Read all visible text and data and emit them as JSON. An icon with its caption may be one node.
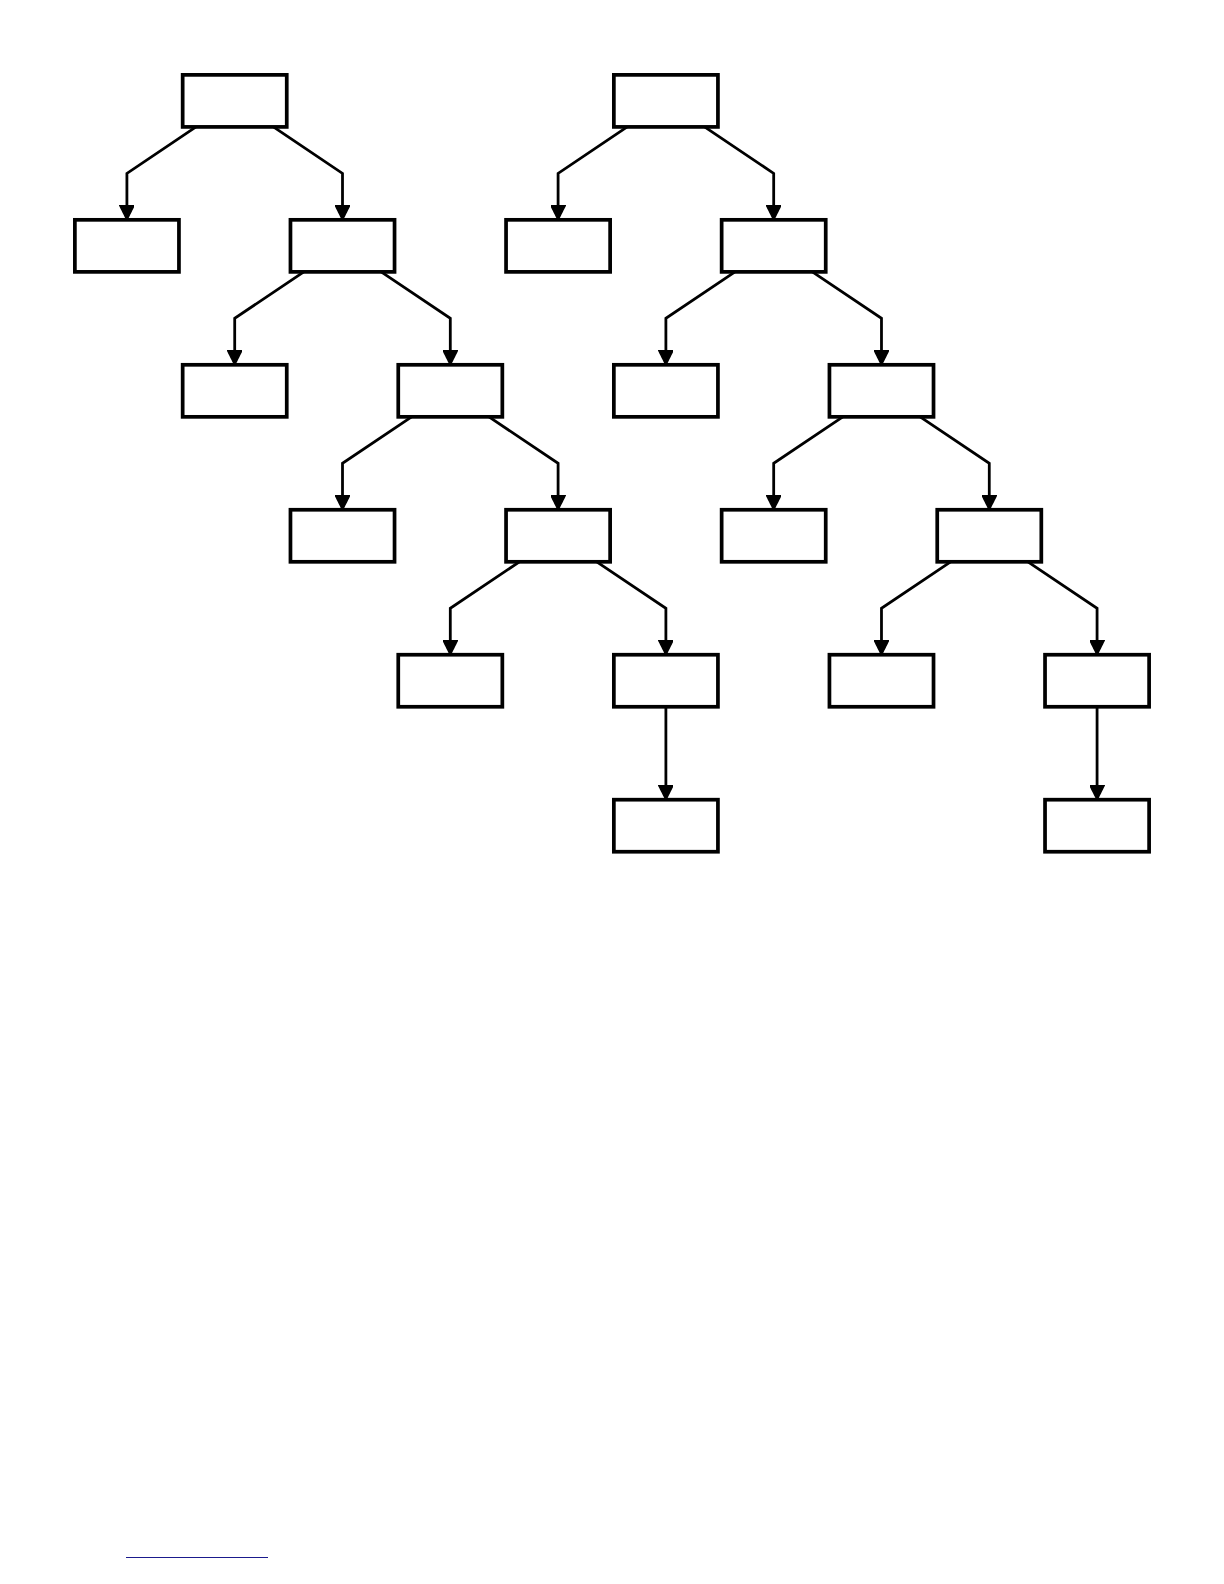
{
  "diagram": {
    "nodes": [
      {
        "text": [],
        "shape": "box"
      },
      {
        "text": [],
        "shape": "box"
      },
      {
        "text": [],
        "shape": "box"
      },
      {
        "text": [],
        "shape": "box"
      },
      {
        "text": [],
        "shape": "box"
      },
      {
        "text": [],
        "shape": "box"
      },
      {
        "text": [],
        "shape": "box"
      },
      {
        "text": [],
        "shape": "box"
      },
      {
        "text": [],
        "shape": "box"
      },
      {
        "text": [],
        "shape": "box"
      },
      {
        "text": [],
        "shape": "box"
      },
      {
        "text": [],
        "shape": "box"
      },
      {
        "text": [],
        "shape": "box"
      },
      {
        "text": [],
        "shape": "box"
      },
      {
        "text": [],
        "shape": "box"
      },
      {
        "text": [],
        "shape": "box"
      },
      {
        "text": [],
        "shape": "box"
      },
      {
        "text": [],
        "shape": "box"
      },
      {
        "text": [],
        "shape": "box"
      },
      {
        "text": [],
        "shape": "box"
      }
    ],
    "edges": [
      {
        "from": 0,
        "to": 1,
        "arrow": "to"
      },
      {
        "from": 0,
        "to": 2,
        "arrow": "to"
      },
      {
        "from": 2,
        "to": 3,
        "arrow": "to"
      },
      {
        "from": 2,
        "to": 4,
        "arrow": "to"
      },
      {
        "from": 4,
        "to": 5,
        "arrow": "to"
      },
      {
        "from": 4,
        "to": 6,
        "arrow": "to"
      },
      {
        "from": 6,
        "to": 7,
        "arrow": "to"
      },
      {
        "from": 6,
        "to": 8,
        "arrow": "to"
      },
      {
        "from": 8,
        "to": 9,
        "arrow": "to"
      },
      {
        "from": 10,
        "to": 11,
        "arrow": "to"
      },
      {
        "from": 10,
        "to": 12,
        "arrow": "to"
      },
      {
        "from": 12,
        "to": 13,
        "arrow": "to"
      },
      {
        "from": 12,
        "to": 14,
        "arrow": "to"
      },
      {
        "from": 14,
        "to": 15,
        "arrow": "to"
      },
      {
        "from": 14,
        "to": 16,
        "arrow": "to"
      },
      {
        "from": 16,
        "to": 17,
        "arrow": "to"
      },
      {
        "from": 16,
        "to": 18,
        "arrow": "to"
      },
      {
        "from": 18,
        "to": 19,
        "arrow": "to"
      }
    ]
  }
}
